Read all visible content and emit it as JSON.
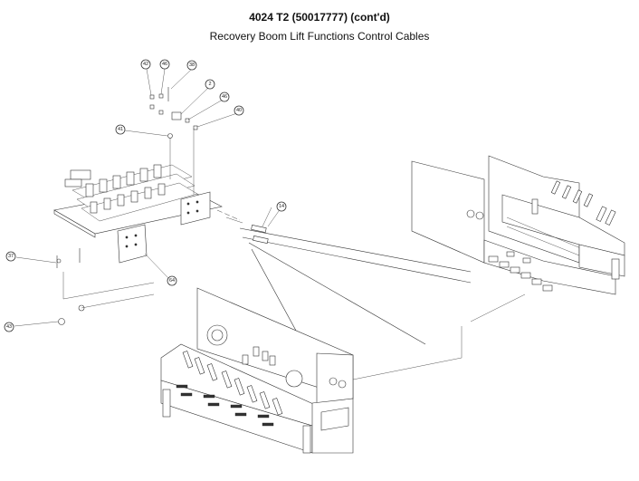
{
  "title": "4024 T2 (50017777) (cont'd)",
  "subtitle": "Recovery Boom Lift Functions Control Cables",
  "callouts": [
    "42",
    "46",
    "38",
    "2",
    "46",
    "40",
    "41",
    "14",
    "37",
    "64",
    "43"
  ]
}
